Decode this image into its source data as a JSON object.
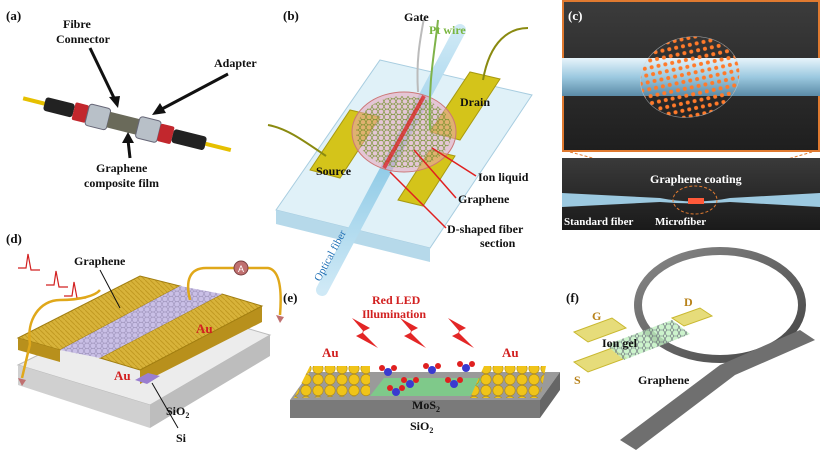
{
  "panels": {
    "a": {
      "tag": "(a)",
      "fibre_connector": [
        "Fibre",
        "Connector"
      ],
      "adapter": "Adapter",
      "film": [
        "Graphene",
        "composite film"
      ]
    },
    "b": {
      "tag": "(b)",
      "gate": "Gate",
      "pt_wire": "Pt wire",
      "drain": "Drain",
      "source": "Source",
      "ion_liquid": "Ion liquid",
      "graphene": "Graphene",
      "d_shaped": [
        "D-shaped fiber",
        "section"
      ],
      "optical_fiber": "Optical fiber"
    },
    "c": {
      "tag": "(c)",
      "graphene_coating": "Graphene coating",
      "standard_fiber": "Standard fiber",
      "microfiber": "Microfiber"
    },
    "d": {
      "tag": "(d)",
      "graphene": "Graphene",
      "au": "Au",
      "sio2": "SiO",
      "sio2_sub": "2",
      "si": "Si",
      "meter": "A"
    },
    "e": {
      "tag": "(e)",
      "red_led": [
        "Red LED",
        "Illumination"
      ],
      "au_left": "Au",
      "au_right": "Au",
      "mos2": "MoS",
      "mos2_sub": "2",
      "sio2": "SiO",
      "sio2_sub": "2"
    },
    "f": {
      "tag": "(f)",
      "g": "G",
      "d": "D",
      "s": "S",
      "ion_gel": "Ion gel",
      "graphene": "Graphene"
    }
  },
  "colors": {
    "gold": "#c9a521",
    "fiber_blue": "#a9d5ea",
    "label_red": "#d22020",
    "green_text": "#7ab640",
    "mos2_green": "#7fc98a",
    "dark_panel": "#2e2e2e"
  }
}
